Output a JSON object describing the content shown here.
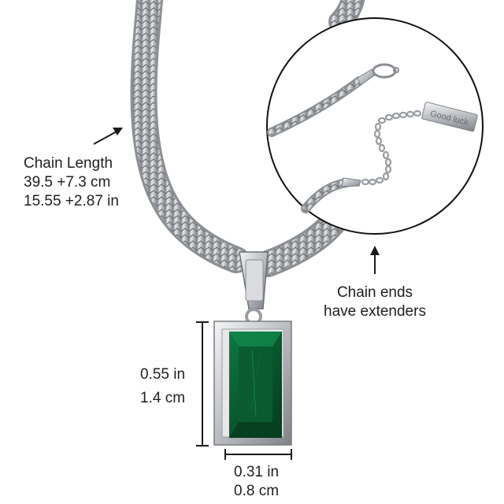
{
  "annotations": {
    "chain_length": {
      "title": "Chain Length",
      "cm": "39.5 +7.3 cm",
      "in": "15.55 +2.87 in"
    },
    "extenders": {
      "line1": "Chain ends",
      "line2": "have extenders"
    },
    "pendant_height": {
      "in": "0.55 in",
      "cm": "1.4 cm"
    },
    "pendant_width": {
      "in": "0.31 in",
      "cm": "0.8 cm"
    },
    "tag_text": "Good luck"
  },
  "colors": {
    "silver": "#c9cbce",
    "silver_dark": "#8a8d91",
    "emerald": "#0f6b3a",
    "emerald_dark": "#063d1f",
    "ink": "#1a1a1a"
  }
}
